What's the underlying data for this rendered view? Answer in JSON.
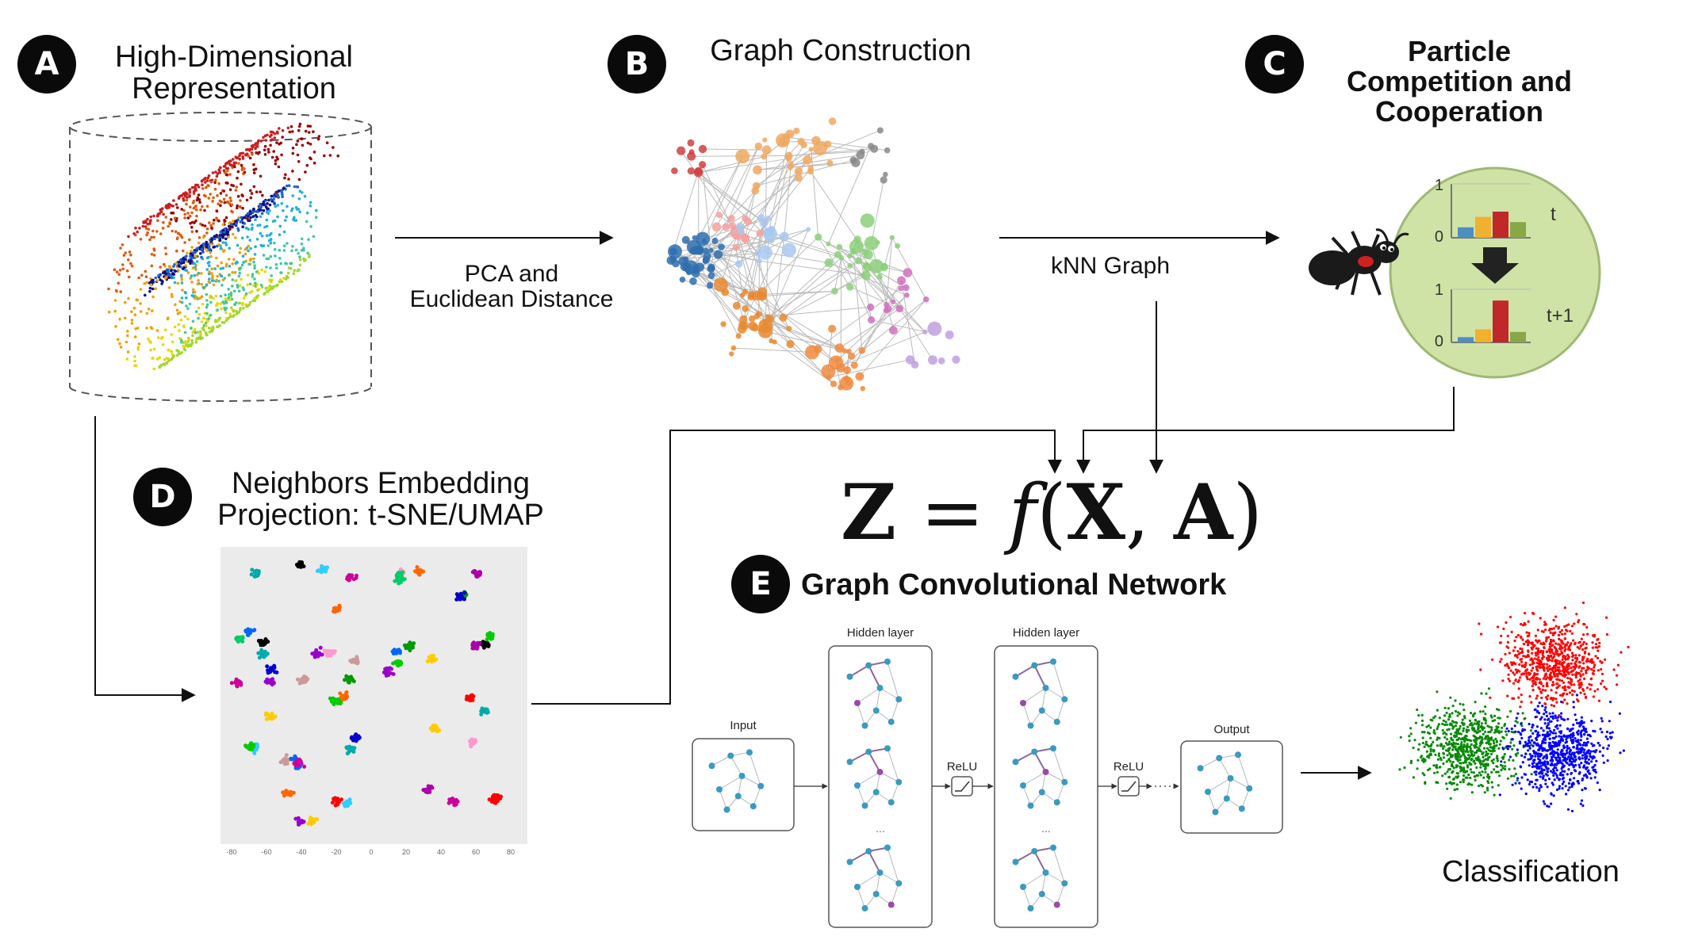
{
  "panels": {
    "a": {
      "badge": "A",
      "title": "High-Dimensional\nRepresentation"
    },
    "b": {
      "badge": "B",
      "title": "Graph Construction"
    },
    "c": {
      "badge": "C",
      "title": "Particle\nCompetition and\nCooperation",
      "chart_top": {
        "y_top": "1",
        "y_bottom": "0",
        "time": "t",
        "values": [
          0.2,
          0.4,
          0.5,
          0.3
        ]
      },
      "chart_bottom": {
        "y_top": "1",
        "y_bottom": "0",
        "time": "t+1",
        "values": [
          0.1,
          0.25,
          0.8,
          0.2
        ]
      }
    },
    "d": {
      "badge": "D",
      "title": "Neighbors Embedding\nProjection: t-SNE/UMAP",
      "x_ticks": [
        "-80",
        "-60",
        "-40",
        "-20",
        "0",
        "20",
        "40",
        "60",
        "80"
      ]
    },
    "e": {
      "badge": "E",
      "title": "Graph Convolutional Network",
      "input_label": "Input",
      "hidden1_label": "Hidden layer",
      "hidden2_label": "Hidden layer",
      "relu1": "ReLU",
      "relu2": "ReLU",
      "output_label": "Output",
      "ellipsis": "..."
    }
  },
  "edges": {
    "a_to_b": "PCA and\nEuclidean Distance",
    "b_to_c": "kNN Graph"
  },
  "formula": {
    "lhs": "Z",
    "eq": " = ",
    "f": "f",
    "open": "(",
    "x": "X",
    "comma": ", ",
    "a": "A",
    "close": ")"
  },
  "classification_label": "Classification",
  "colors": {
    "badge": "#0a0a0a",
    "particle_circle": "#cfe3a6",
    "class_red": "#ff0000",
    "class_green": "#0a8a0a",
    "class_blue": "#0000ff",
    "bar": [
      "#4f8fc0",
      "#f0b030",
      "#c0282a",
      "#88a848"
    ]
  }
}
